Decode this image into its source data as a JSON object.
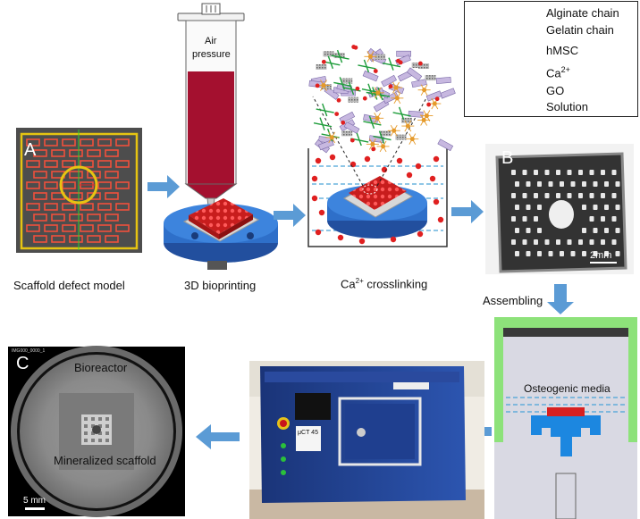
{
  "legend": {
    "items": [
      {
        "symbol": "alginate-wave",
        "label": "Alginate chain",
        "color": "#3a6db3"
      },
      {
        "symbol": "gelatin-line",
        "label": "Gelatin chain",
        "color": "#1f9d3b"
      },
      {
        "symbol": "hmsc-cell",
        "label": "hMSC",
        "color": "#e59a2a"
      },
      {
        "symbol": "calcium-dot",
        "label": "Ca",
        "sup": "2+",
        "color": "#e02020"
      },
      {
        "symbol": "go-flake",
        "label": "GO",
        "color": "#8c8c8c"
      },
      {
        "symbol": "solution-dash",
        "label": "Solution",
        "color": "#4aa3d8"
      }
    ]
  },
  "panels": {
    "model": {
      "letter": "A",
      "caption": "Scaffold defect model"
    },
    "bioprinting": {
      "caption": "3D bioprinting",
      "syringe_text_1": "Air",
      "syringe_text_2": "pressure"
    },
    "crosslinking": {
      "caption_pre": "Ca",
      "caption_sup": "2+",
      "caption_post": " crosslinking"
    },
    "photo": {
      "letter": "B",
      "scale": "2mm"
    },
    "assembling": {
      "label": "Assembling",
      "media": "Osteogenic media"
    },
    "microct": {
      "badge": "μCT 45"
    },
    "ct_scan": {
      "letter": "C",
      "top_label": "Bioreactor",
      "inner_label": "Mineralized scaffold",
      "scale": "5 mm",
      "corner_id": "IMG000_0000_1"
    }
  },
  "colors": {
    "arrow": "#5b9bd5",
    "scaffold_red": "#e02828",
    "base_blue": "#2e6fc9",
    "bioink": "#a4102f",
    "bioreactor_green": "#8de27a",
    "chamber_grey": "#d9d9e3",
    "cabinet_blue": "#1f3f8f"
  }
}
